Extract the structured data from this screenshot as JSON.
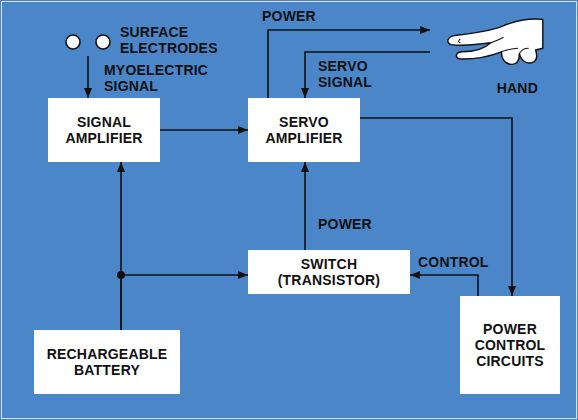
{
  "diagram": {
    "nodes": [
      {
        "text": [
          "SURFACE ELECTRODES"
        ]
      },
      {
        "text": [
          "HAND"
        ]
      },
      {
        "text": [
          "SIGNAL AMPLIFIER"
        ]
      },
      {
        "text": [
          "SERVO AMPLIFIER"
        ]
      },
      {
        "text": [
          "SWITCH (TRANSISTOR)"
        ]
      },
      {
        "text": [
          "RECHARGEABLE BATTERY"
        ]
      },
      {
        "text": [
          "POWER CONTROL CIRCUITS"
        ]
      }
    ],
    "edges": [
      {
        "from": 0,
        "to": 2,
        "label": "MYOELECTRIC SIGNAL",
        "arrow": "to"
      },
      {
        "from": 2,
        "to": 3,
        "arrow": "to"
      },
      {
        "from": 3,
        "to": 1,
        "label": "POWER",
        "arrow": "to"
      },
      {
        "from": 1,
        "to": 3,
        "label": "SERVO SIGNAL",
        "arrow": "to"
      },
      {
        "from": 3,
        "to": 6,
        "arrow": "to"
      },
      {
        "from": 6,
        "to": 4,
        "label": "CONTROL",
        "arrow": "to"
      },
      {
        "from": 4,
        "to": 3,
        "label": "POWER",
        "arrow": "to"
      },
      {
        "from": 5,
        "to": 2,
        "arrow": "to"
      },
      {
        "from": 5,
        "to": 4,
        "arrow": "to"
      }
    ]
  }
}
